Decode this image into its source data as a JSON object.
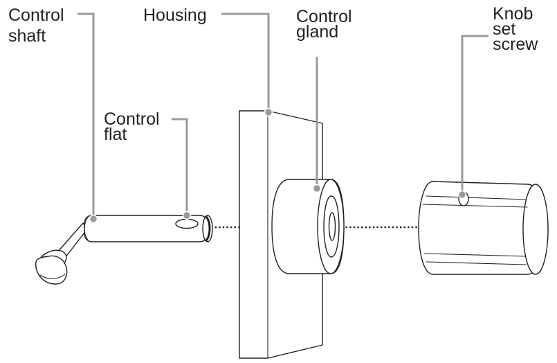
{
  "labels": {
    "control_shaft": [
      "Control",
      "shaft"
    ],
    "housing": [
      "Housing"
    ],
    "control_flat": [
      "Control",
      "flat"
    ],
    "control_gland": [
      "Control",
      "gland"
    ],
    "knob_set_screw": [
      "Knob",
      "set",
      "screw"
    ]
  },
  "colors": {
    "line": "#231f20",
    "leader": "#9a9a9a",
    "background": "#ffffff"
  }
}
